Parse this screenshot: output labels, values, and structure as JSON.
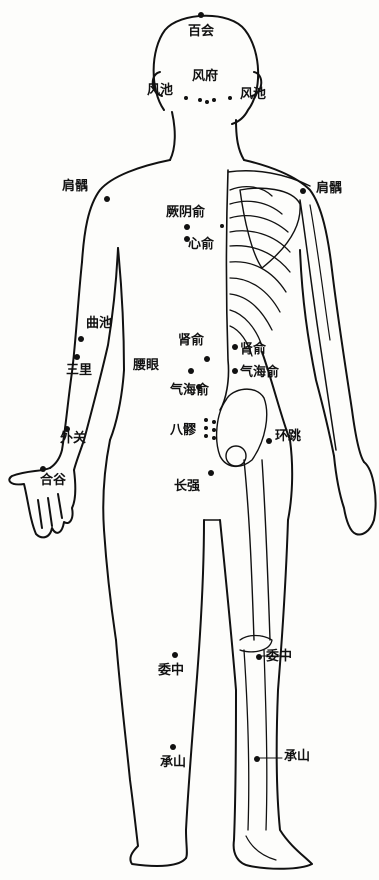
{
  "figure": {
    "points": {
      "baihui": "百会",
      "fengfu": "风府",
      "fengchi_left": "风池",
      "fengchi_right": "风池",
      "jianyu_left": "肩髃",
      "jianyu_right": "肩髃",
      "jueyinshu": "厥阴俞",
      "xinshu": "心俞",
      "quchi": "曲池",
      "sanli": "三里",
      "shenshu_left": "肾俞",
      "shenshu_right": "肾俞",
      "yaoyan": "腰眼",
      "qihaishu_left": "气海俞",
      "qihaishu_right": "气海俞",
      "baliao": "八髎",
      "waiguan": "外关",
      "hegu": "合谷",
      "huantiao": "环跳",
      "changqiang": "长强",
      "weizhong_left": "委中",
      "weizhong_right": "委中",
      "chengshan_left": "承山",
      "chengshan_right": "承山"
    },
    "colors": {
      "ink": "#111111",
      "paper": "#fdfdfb"
    }
  }
}
